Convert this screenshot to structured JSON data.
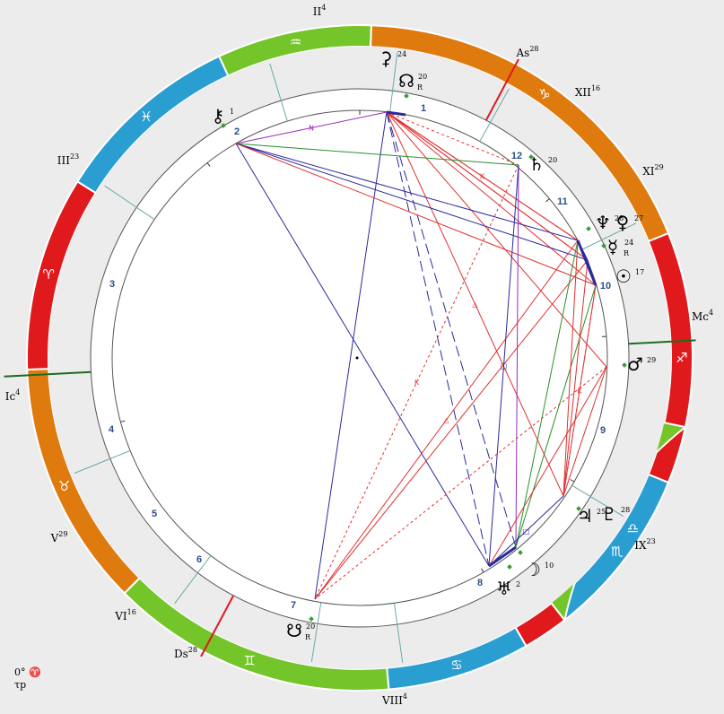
{
  "corner": {
    "line1": "0° ♈",
    "line2": "τp"
  },
  "zodiac": [
    {
      "sign": "aries",
      "glyph": "♈",
      "color": "#e0191c"
    },
    {
      "sign": "taurus",
      "glyph": "♉",
      "color": "#df7a0f"
    },
    {
      "sign": "gemini",
      "glyph": "♊",
      "color": "#74c52a"
    },
    {
      "sign": "cancer",
      "glyph": "♋",
      "color": "#2b9ed1"
    },
    {
      "sign": "leo",
      "glyph": "♌",
      "color": "#e0191c"
    },
    {
      "sign": "virgo",
      "glyph": "♍",
      "color": "#df7a0f"
    },
    {
      "sign": "libra",
      "glyph": "♎",
      "color": "#74c52a"
    },
    {
      "sign": "scorpio",
      "glyph": "♏",
      "color": "#2b9ed1"
    },
    {
      "sign": "sagittarius",
      "glyph": "♐",
      "color": "#e0191c"
    },
    {
      "sign": "capricorn",
      "glyph": "♑",
      "color": "#df7a0f"
    },
    {
      "sign": "aquarius",
      "glyph": "♒",
      "color": "#74c52a"
    },
    {
      "sign": "pisces",
      "glyph": "♓",
      "color": "#2b9ed1"
    }
  ],
  "angles": [
    {
      "id": "ic",
      "label": "Ic",
      "deg": "4"
    },
    {
      "id": "mc",
      "label": "Mc",
      "deg": "4"
    },
    {
      "id": "as",
      "label": "As",
      "deg": "28"
    },
    {
      "id": "ds",
      "label": "Ds",
      "deg": "28"
    }
  ],
  "house_cusps": [
    {
      "id": "II",
      "label": "II",
      "deg": "4"
    },
    {
      "id": "III",
      "label": "III",
      "deg": "23"
    },
    {
      "id": "V",
      "label": "V",
      "deg": "29"
    },
    {
      "id": "VI",
      "label": "VI",
      "deg": "16"
    },
    {
      "id": "VIII",
      "label": "VIII",
      "deg": "4"
    },
    {
      "id": "IX",
      "label": "IX",
      "deg": "23"
    },
    {
      "id": "XI",
      "label": "XI",
      "deg": "29"
    },
    {
      "id": "XII",
      "label": "XII",
      "deg": "16"
    }
  ],
  "house_numbers": [
    "1",
    "2",
    "3",
    "4",
    "5",
    "6",
    "7",
    "8",
    "9",
    "10",
    "11",
    "12"
  ],
  "planets": [
    {
      "id": "ceres",
      "glyph": "⚳",
      "deg": "24",
      "retro": ""
    },
    {
      "id": "north-node",
      "glyph": "☊",
      "deg": "20",
      "retro": "R"
    },
    {
      "id": "chiron",
      "glyph": "⚷",
      "deg": "1",
      "retro": ""
    },
    {
      "id": "saturn",
      "glyph": "♄",
      "deg": "20",
      "retro": ""
    },
    {
      "id": "neptune",
      "glyph": "♆",
      "deg": "28",
      "retro": ""
    },
    {
      "id": "venus",
      "glyph": "♀",
      "deg": "27",
      "retro": ""
    },
    {
      "id": "mercury",
      "glyph": "☿",
      "deg": "24",
      "retro": "R"
    },
    {
      "id": "sun",
      "glyph": "☉",
      "deg": "17",
      "retro": ""
    },
    {
      "id": "mars",
      "glyph": "♂",
      "deg": "29",
      "retro": ""
    },
    {
      "id": "jupiter",
      "glyph": "♃",
      "deg": "25",
      "retro": ""
    },
    {
      "id": "pluto",
      "glyph": "♇",
      "deg": "28",
      "retro": ""
    },
    {
      "id": "moon",
      "glyph": "☽",
      "deg": "10",
      "retro": ""
    },
    {
      "id": "uranus",
      "glyph": "♅",
      "deg": "2",
      "retro": ""
    },
    {
      "id": "south-node",
      "glyph": "☋",
      "deg": "20",
      "retro": "R"
    }
  ],
  "colors": {
    "aspect_red": "#e03030",
    "aspect_blue": "#2a2a9c",
    "aspect_green": "#2a8f2a",
    "aspect_purple": "#9a2ab8",
    "house_number": "#2c4f8c",
    "cusp_line": "#6aa8a8",
    "axis_line": "#1e6b1e",
    "asc_line": "#e0191c"
  }
}
